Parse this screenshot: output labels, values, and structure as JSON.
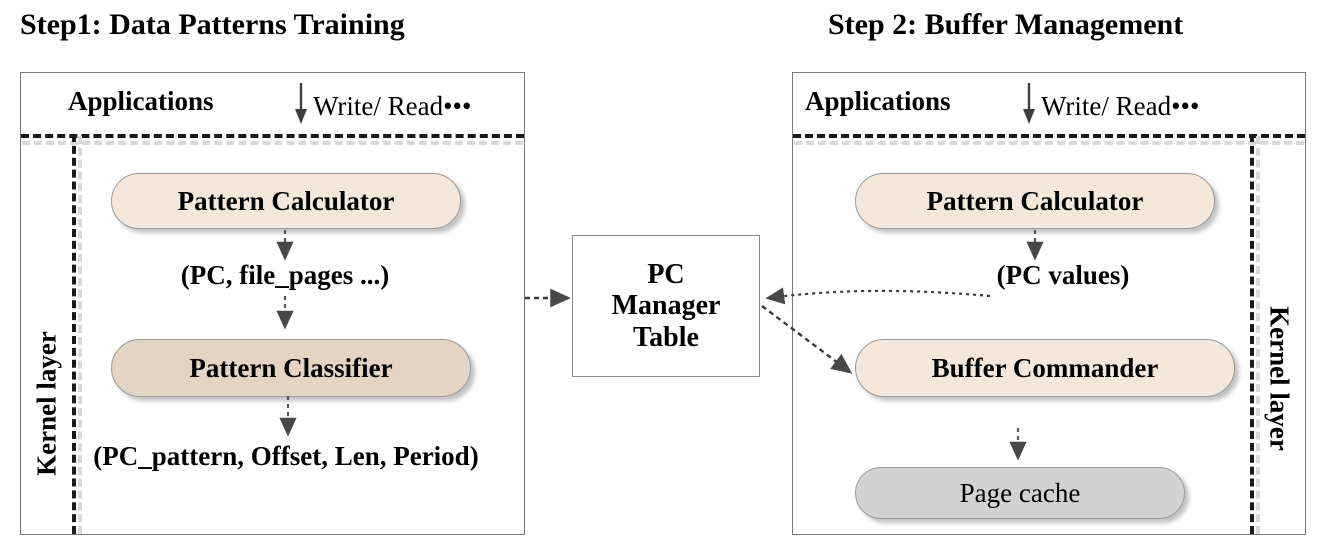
{
  "diagram": {
    "title_left": "Step1: Data Patterns Training",
    "title_right": "Step 2: Buffer Management",
    "left_panel": {
      "applications_label": "Applications",
      "io_label": "Write/ Read•••",
      "kernel_label": "Kernel layer",
      "boxes": [
        {
          "id": "pattern-calculator",
          "label": "Pattern Calculator",
          "fill": "#f4e8dc"
        },
        {
          "id": "pattern-classifier",
          "label": "Pattern Classifier",
          "fill": "#e4d4c4"
        }
      ],
      "annotations": [
        {
          "id": "pc-file-pages",
          "text": "(PC, file_pages  ...)"
        },
        {
          "id": "pc-pattern-tuple",
          "text": "(PC_pattern, Offset, Len,  Period)"
        }
      ]
    },
    "center": {
      "pc_manager_table": "PC Manager Table",
      "pc_manager_table_lines": [
        "PC",
        "Manager",
        "Table"
      ]
    },
    "right_panel": {
      "applications_label": "Applications",
      "io_label": "Write/ Read•••",
      "kernel_label": "Kernel layer",
      "boxes": [
        {
          "id": "pattern-calculator",
          "label": "Pattern Calculator",
          "fill": "#f4e8dc"
        },
        {
          "id": "buffer-commander",
          "label": "Buffer Commander",
          "fill": "#f4e8dc"
        },
        {
          "id": "page-cache",
          "label": "Page cache",
          "fill": "#d2d2d2"
        }
      ],
      "annotations": [
        {
          "id": "pc-values",
          "text": "(PC values)"
        }
      ]
    },
    "colors": {
      "box_cream": "#f4e8dc",
      "box_tan": "#e4d4c4",
      "box_gray": "#d2d2d2",
      "panel_border": "#7a7a7a",
      "separator": "#1a1a1a",
      "arrow": "#404040",
      "background": "#ffffff"
    }
  }
}
